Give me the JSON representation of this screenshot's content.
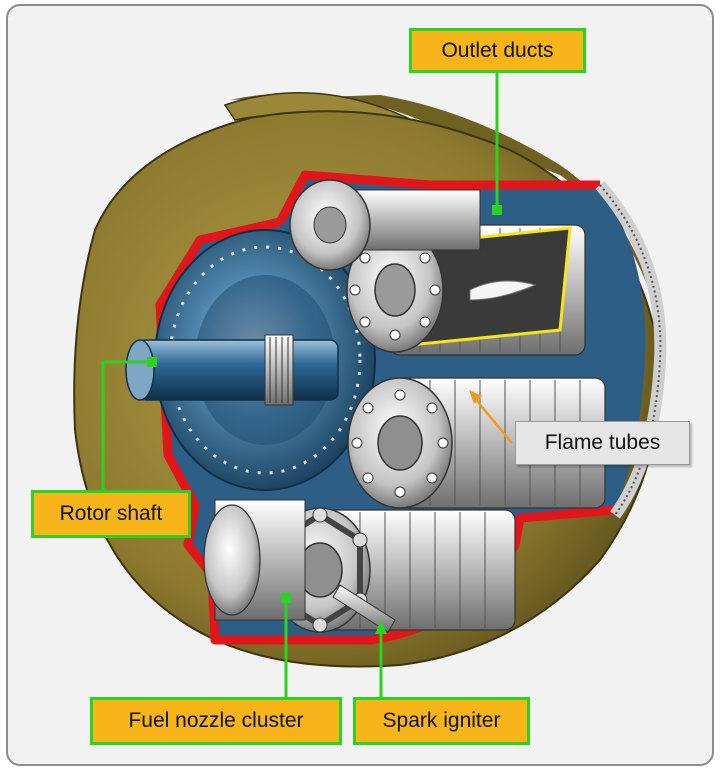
{
  "labels": {
    "outlet_ducts": "Outlet ducts",
    "flame_tubes": "Flame tubes",
    "rotor_shaft": "Rotor shaft",
    "fuel_nozzle_cluster": "Fuel nozzle cluster",
    "spark_igniter": "Spark igniter"
  },
  "colors": {
    "callout_fill": "#f7b519",
    "callout_border": "#2ad31f",
    "leader_green": "#2ad31f",
    "leader_orange": "#f39a1e",
    "casing_olive": "#8d7a2e",
    "cutaway_red": "#e0161a",
    "interior_blue": "#2d5f86",
    "frame_gray": "#8c8c8c"
  }
}
